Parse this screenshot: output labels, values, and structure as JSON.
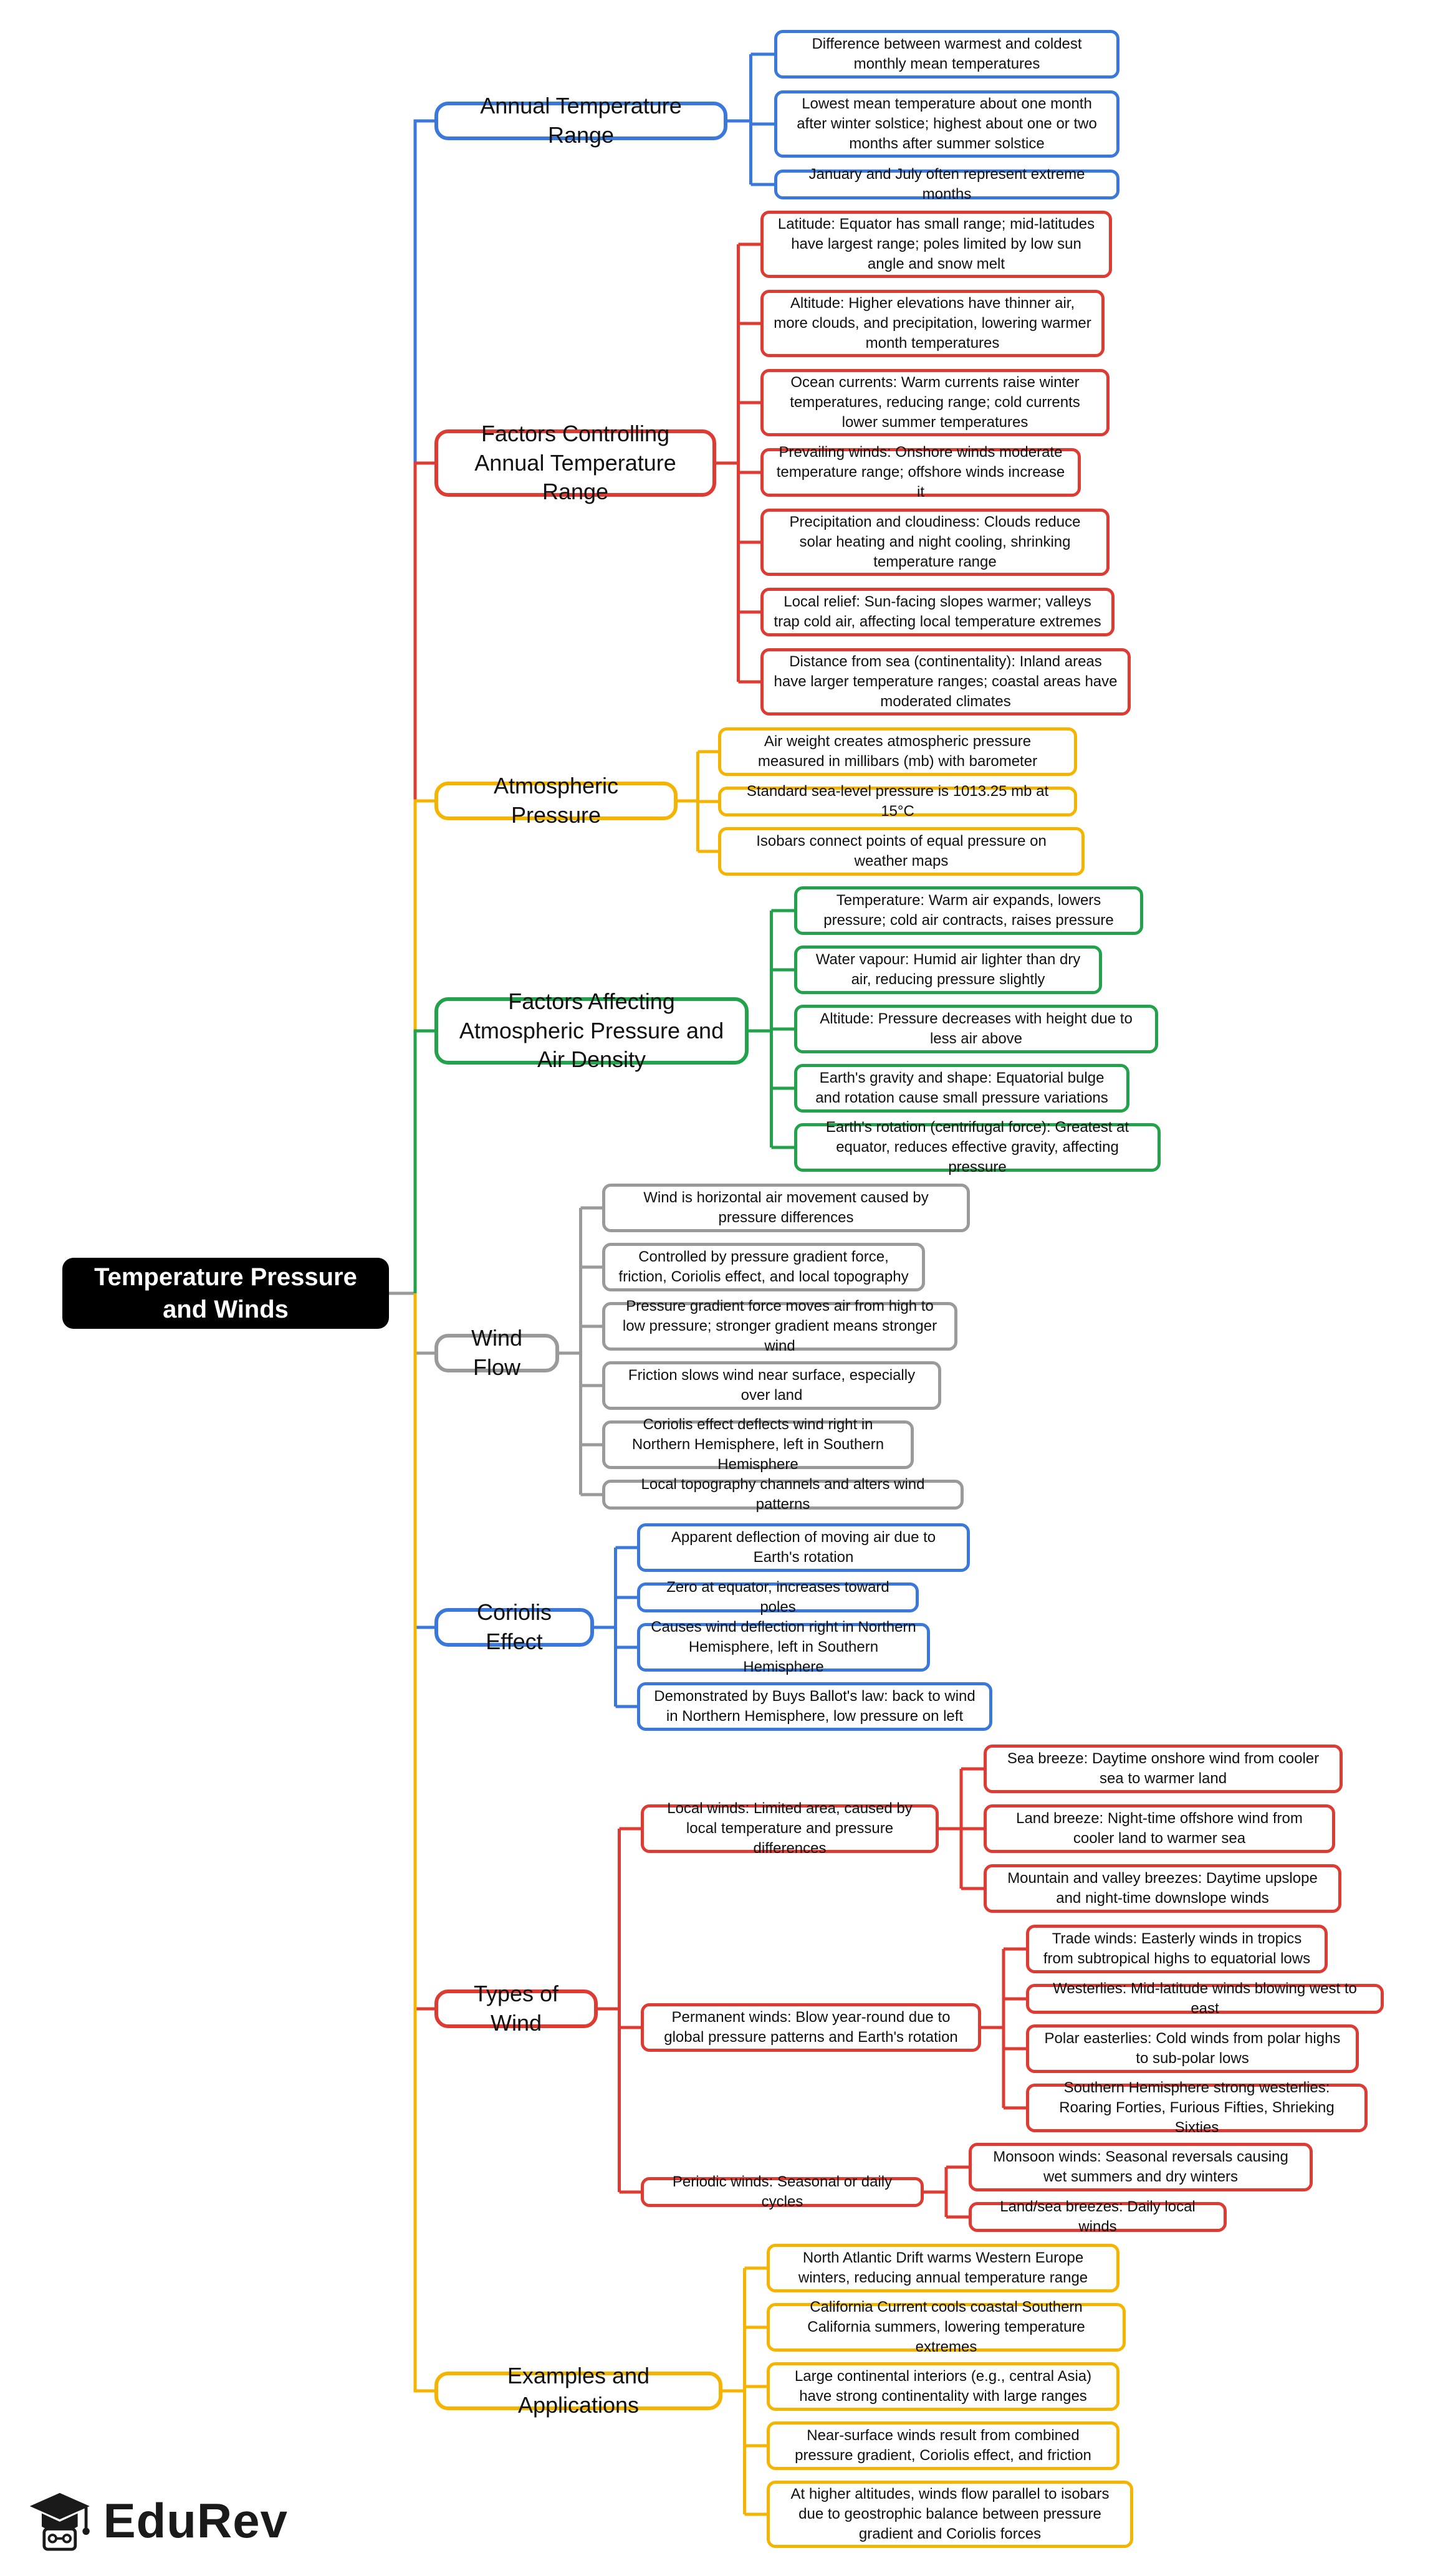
{
  "colors": {
    "blue": "#3b78dc",
    "red": "#de3b32",
    "yellow": "#f5b400",
    "green": "#22a24a",
    "gray": "#9a9a9a",
    "root_bg": "#000000"
  },
  "root": {
    "label": "Temperature Pressure and Winds"
  },
  "branches": [
    {
      "label": "Annual Temperature Range",
      "color": "#3b78dc",
      "children": [
        {
          "label": "Difference between warmest and coldest monthly mean temperatures"
        },
        {
          "label": "Lowest mean temperature about one month after winter solstice; highest about one or two months after summer solstice"
        },
        {
          "label": "January and July often represent extreme months"
        }
      ]
    },
    {
      "label": "Factors Controlling Annual Temperature Range",
      "color": "#de3b32",
      "children": [
        {
          "label": "Latitude: Equator has small range; mid-latitudes have largest range; poles limited by low sun angle and snow melt"
        },
        {
          "label": "Altitude: Higher elevations have thinner air, more clouds, and precipitation, lowering warmer month temperatures"
        },
        {
          "label": "Ocean currents: Warm currents raise winter temperatures, reducing range; cold currents lower summer temperatures"
        },
        {
          "label": "Prevailing winds: Onshore winds moderate temperature range; offshore winds increase it"
        },
        {
          "label": "Precipitation and cloudiness: Clouds reduce solar heating and night cooling, shrinking temperature range"
        },
        {
          "label": "Local relief: Sun-facing slopes warmer; valleys trap cold air, affecting local temperature extremes"
        },
        {
          "label": "Distance from sea (continentality): Inland areas have larger temperature ranges; coastal areas have moderated climates"
        }
      ]
    },
    {
      "label": "Atmospheric Pressure",
      "color": "#f5b400",
      "children": [
        {
          "label": "Air weight creates atmospheric pressure measured in millibars (mb) with barometer"
        },
        {
          "label": "Standard sea-level pressure is 1013.25 mb at 15°C"
        },
        {
          "label": "Isobars connect points of equal pressure on weather maps"
        }
      ]
    },
    {
      "label": "Factors Affecting Atmospheric Pressure and Air Density",
      "color": "#22a24a",
      "children": [
        {
          "label": "Temperature: Warm air expands, lowers pressure; cold air contracts, raises pressure"
        },
        {
          "label": "Water vapour: Humid air lighter than dry air, reducing pressure slightly"
        },
        {
          "label": "Altitude: Pressure decreases with height due to less air above"
        },
        {
          "label": "Earth's gravity and shape: Equatorial bulge and rotation cause small pressure variations"
        },
        {
          "label": "Earth's rotation (centrifugal force): Greatest at equator, reduces effective gravity, affecting pressure"
        }
      ]
    },
    {
      "label": "Wind Flow",
      "color": "#9a9a9a",
      "children": [
        {
          "label": "Wind is horizontal air movement caused by pressure differences"
        },
        {
          "label": "Controlled by pressure gradient force, friction, Coriolis effect, and local topography"
        },
        {
          "label": "Pressure gradient force moves air from high to low pressure; stronger gradient means stronger wind"
        },
        {
          "label": "Friction slows wind near surface, especially over land"
        },
        {
          "label": "Coriolis effect deflects wind right in Northern Hemisphere, left in Southern Hemisphere"
        },
        {
          "label": "Local topography channels and alters wind patterns"
        }
      ]
    },
    {
      "label": "Coriolis Effect",
      "color": "#3b78dc",
      "children": [
        {
          "label": "Apparent deflection of moving air due to Earth's rotation"
        },
        {
          "label": "Zero at equator, increases toward poles"
        },
        {
          "label": "Causes wind deflection right in Northern Hemisphere, left in Southern Hemisphere"
        },
        {
          "label": "Demonstrated by Buys Ballot's law: back to wind in Northern Hemisphere, low pressure on left"
        }
      ]
    },
    {
      "label": "Types of Wind",
      "color": "#de3b32",
      "children": [
        {
          "label": "Local winds: Limited area, caused by local temperature and pressure differences",
          "children": [
            {
              "label": "Sea breeze: Daytime onshore wind from cooler sea to warmer land"
            },
            {
              "label": "Land breeze: Night-time offshore wind from cooler land to warmer sea"
            },
            {
              "label": "Mountain and valley breezes: Daytime upslope and night-time downslope winds"
            }
          ]
        },
        {
          "label": "Permanent winds: Blow year-round due to global pressure patterns and Earth's rotation",
          "children": [
            {
              "label": "Trade winds: Easterly winds in tropics from subtropical highs to equatorial lows"
            },
            {
              "label": "Westerlies: Mid-latitude winds blowing west to east"
            },
            {
              "label": "Polar easterlies: Cold winds from polar highs to sub-polar lows"
            },
            {
              "label": "Southern Hemisphere strong westerlies: Roaring Forties, Furious Fifties, Shrieking Sixties"
            }
          ]
        },
        {
          "label": "Periodic winds: Seasonal or daily cycles",
          "children": [
            {
              "label": "Monsoon winds: Seasonal reversals causing wet summers and dry winters"
            },
            {
              "label": "Land/sea breezes: Daily local winds"
            }
          ]
        }
      ]
    },
    {
      "label": "Examples and Applications",
      "color": "#f5b400",
      "children": [
        {
          "label": "North Atlantic Drift warms Western Europe winters, reducing annual temperature range"
        },
        {
          "label": "California Current cools coastal Southern California summers, lowering temperature extremes"
        },
        {
          "label": "Large continental interiors (e.g., central Asia) have strong continentality with large ranges"
        },
        {
          "label": "Near-surface winds result from combined pressure gradient, Coriolis effect, and friction"
        },
        {
          "label": "At higher altitudes, winds flow parallel to isobars due to geostrophic balance between pressure gradient and Coriolis forces"
        }
      ]
    }
  ],
  "logo": {
    "text": "EduRev",
    "icon": "graduation-cap-icon"
  }
}
